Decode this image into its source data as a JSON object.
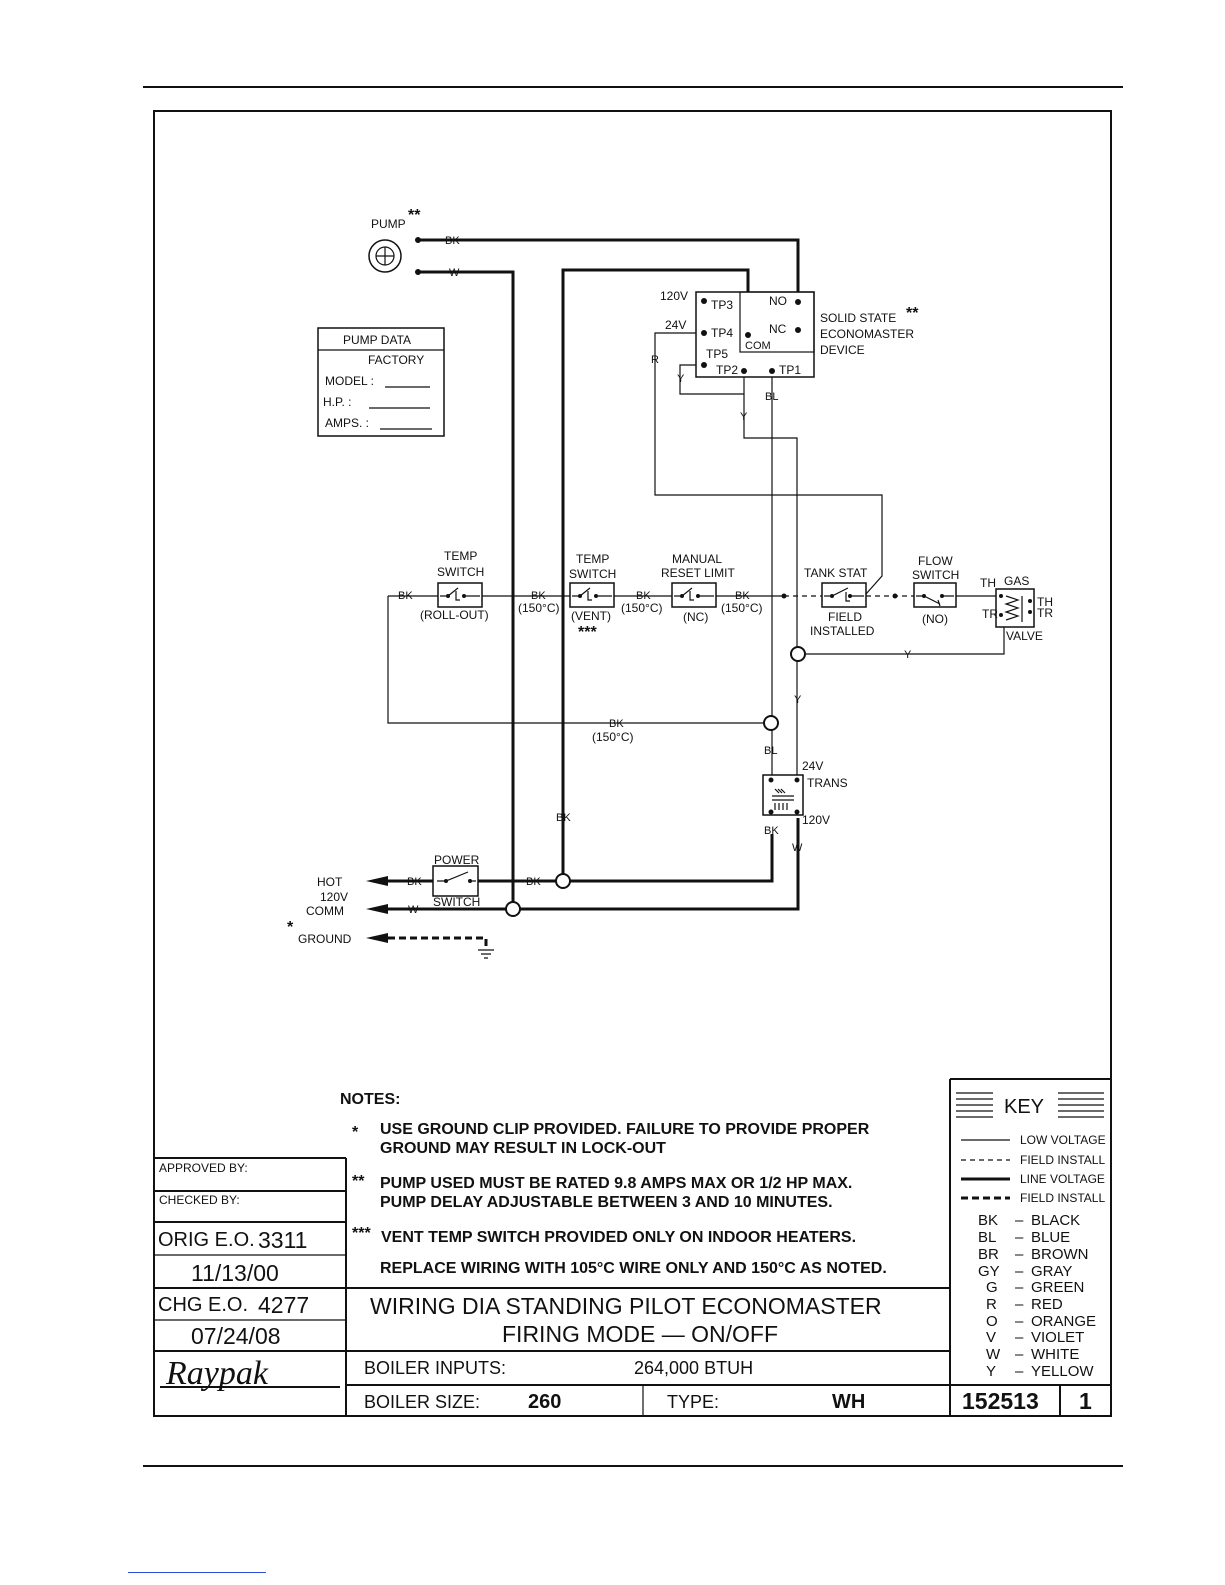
{
  "pump": {
    "label": "PUMP",
    "mark": "**",
    "bk": "BK",
    "w": "W"
  },
  "pump_data": {
    "title": "PUMP DATA",
    "factory": "FACTORY",
    "model": "MODEL :",
    "hp": "H.P. :",
    "amps": "AMPS. :"
  },
  "econo": {
    "v120": "120V",
    "v24": "24V",
    "tp3": "TP3",
    "tp4": "TP4",
    "tp5": "TP5",
    "tp2": "TP2",
    "tp1": "TP1",
    "no": "NO",
    "nc": "NC",
    "com": "COM",
    "r": "R",
    "y1": "Y",
    "y2": "Y",
    "bl": "BL",
    "line1": "SOLID STATE",
    "line2": "ECONOMASTER",
    "line3": "DEVICE",
    "mark": "**"
  },
  "chain": {
    "bk_left": "BK",
    "temp1_l1": "TEMP",
    "temp1_l2": "SWITCH",
    "temp1_sub": "(ROLL-OUT)",
    "bk1": "BK",
    "c1": "(150°C)",
    "temp2_l1": "TEMP",
    "temp2_l2": "SWITCH",
    "temp2_sub": "(VENT)",
    "temp2_mark": "***",
    "bk2": "BK",
    "c2": "(150°C)",
    "mrl_l1": "MANUAL",
    "mrl_l2": "RESET LIMIT",
    "mrl_sub": "(NC)",
    "bk3": "BK",
    "c3": "(150°C)",
    "tank": "TANK STAT",
    "tank_sub1": "FIELD",
    "tank_sub2": "INSTALLED",
    "flow_l1": "FLOW",
    "flow_l2": "SWITCH",
    "flow_sub": "(NO)",
    "th": "TH",
    "tr": "TR",
    "gas": "GAS",
    "th2": "TH",
    "tr2": "TR",
    "valve": "VALVE",
    "y_mid": "Y",
    "y_vert": "Y",
    "bk_bottom": "BK",
    "c_bottom": "(150°C)"
  },
  "trans": {
    "bl": "BL",
    "v24": "24V",
    "trans": "TRANS",
    "bk": "BK",
    "v120": "120V",
    "w": "W",
    "bk_left": "BK"
  },
  "power": {
    "hot": "HOT",
    "v120": "120V",
    "comm": "COMM",
    "ground": "GROUND",
    "gmark": "*",
    "bk1": "BK",
    "w": "W",
    "power": "POWER",
    "switch": "SWITCH",
    "bk2": "BK"
  },
  "notes": {
    "title": "NOTES:",
    "n1_mark": "*",
    "n1_l1": "USE GROUND CLIP PROVIDED. FAILURE TO PROVIDE PROPER",
    "n1_l2": "GROUND MAY RESULT IN LOCK-OUT",
    "n2_mark": "**",
    "n2_l1": "PUMP USED MUST BE RATED 9.8 AMPS MAX OR 1/2 HP MAX.",
    "n2_l2": "PUMP DELAY ADJUSTABLE BETWEEN 3 AND 10 MINUTES.",
    "n3_mark": "***",
    "n3_l1": "VENT TEMP SWITCH PROVIDED ONLY ON INDOOR HEATERS.",
    "n4": "REPLACE WIRING WITH 105°C WIRE ONLY AND 150°C AS NOTED."
  },
  "title_block": {
    "approved": "APPROVED BY:",
    "checked": "CHECKED BY:",
    "orig_label": "ORIG E.O.",
    "orig_no": "3311",
    "orig_date": "11/13/00",
    "chg_label": "CHG E.O.",
    "chg_no": "4277",
    "chg_date": "07/24/08",
    "logo": "Raypak",
    "title1": "WIRING DIA STANDING PILOT ECONOMASTER",
    "title2": "FIRING MODE — ON/OFF",
    "inputs_label": "BOILER INPUTS:",
    "inputs_value": "264,000 BTUH",
    "size_label": "BOILER SIZE:",
    "size_value": "260",
    "type_label": "TYPE:",
    "type_value": "WH",
    "dwg_no": "152513",
    "rev": "1"
  },
  "key": {
    "title": "KEY",
    "lines": [
      {
        "label": "LOW VOLTAGE"
      },
      {
        "label": "FIELD INSTALL"
      },
      {
        "label": "LINE VOLTAGE"
      },
      {
        "label": "FIELD INSTALL"
      }
    ],
    "colors": [
      {
        "code": "BK",
        "name": "BLACK"
      },
      {
        "code": "BL",
        "name": "BLUE"
      },
      {
        "code": "BR",
        "name": "BROWN"
      },
      {
        "code": "GY",
        "name": "GRAY"
      },
      {
        "code": "G",
        "name": "GREEN"
      },
      {
        "code": "R",
        "name": "RED"
      },
      {
        "code": "O",
        "name": "ORANGE"
      },
      {
        "code": "V",
        "name": "VIOLET"
      },
      {
        "code": "W",
        "name": "WHITE"
      },
      {
        "code": "Y",
        "name": "YELLOW"
      }
    ]
  }
}
